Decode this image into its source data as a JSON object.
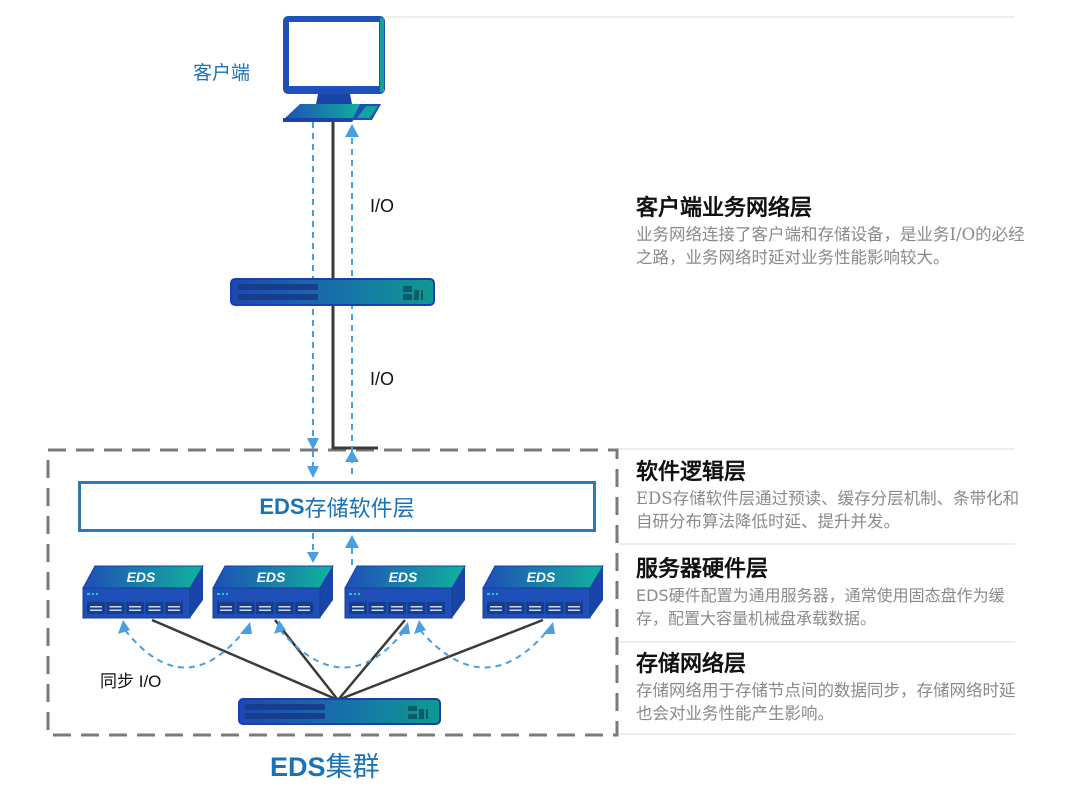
{
  "client": {
    "label": "客户端",
    "icon": "desktop-computer-icon"
  },
  "links": {
    "io_label_1": "I/O",
    "io_label_2": "I/O",
    "sync_label": "同步 I/O"
  },
  "business_switch": {
    "icon": "network-switch-icon"
  },
  "storage_switch": {
    "icon": "network-switch-icon"
  },
  "software_layer_box": {
    "prefix": "EDS",
    "label": "存储软件层"
  },
  "servers": [
    {
      "label": "EDS"
    },
    {
      "label": "EDS"
    },
    {
      "label": "EDS"
    },
    {
      "label": "EDS"
    }
  ],
  "cluster": {
    "prefix": "EDS",
    "label": "集群"
  },
  "layers": [
    {
      "title": "客户端业务网络层",
      "description": "业务网络连接了客户端和存储设备，是业务I/O的必经之路，业务网络时延对业务性能影响较大。"
    },
    {
      "title": "软件逻辑层",
      "description": "EDS存储软件层通过预读、缓存分层机制、条带化和自研分布算法降低时延、提升并发。"
    },
    {
      "title": "服务器硬件层",
      "description": "EDS硬件配置为通用服务器，通常使用固态盘作为缓存，配置大容量机械盘承载数据。"
    },
    {
      "title": "存储网络层",
      "description": "存储网络用于存储节点间的数据同步，存储网络时延也会对业务性能产生影响。"
    }
  ],
  "colors": {
    "accent_blue": "#1a73b8",
    "device_blue": "#1f4fb8",
    "device_teal": "#0fa39a",
    "arrow_blue": "#4a9fe0",
    "line_dark": "#3a3a3a",
    "dash_gray": "#7a7a7a"
  }
}
